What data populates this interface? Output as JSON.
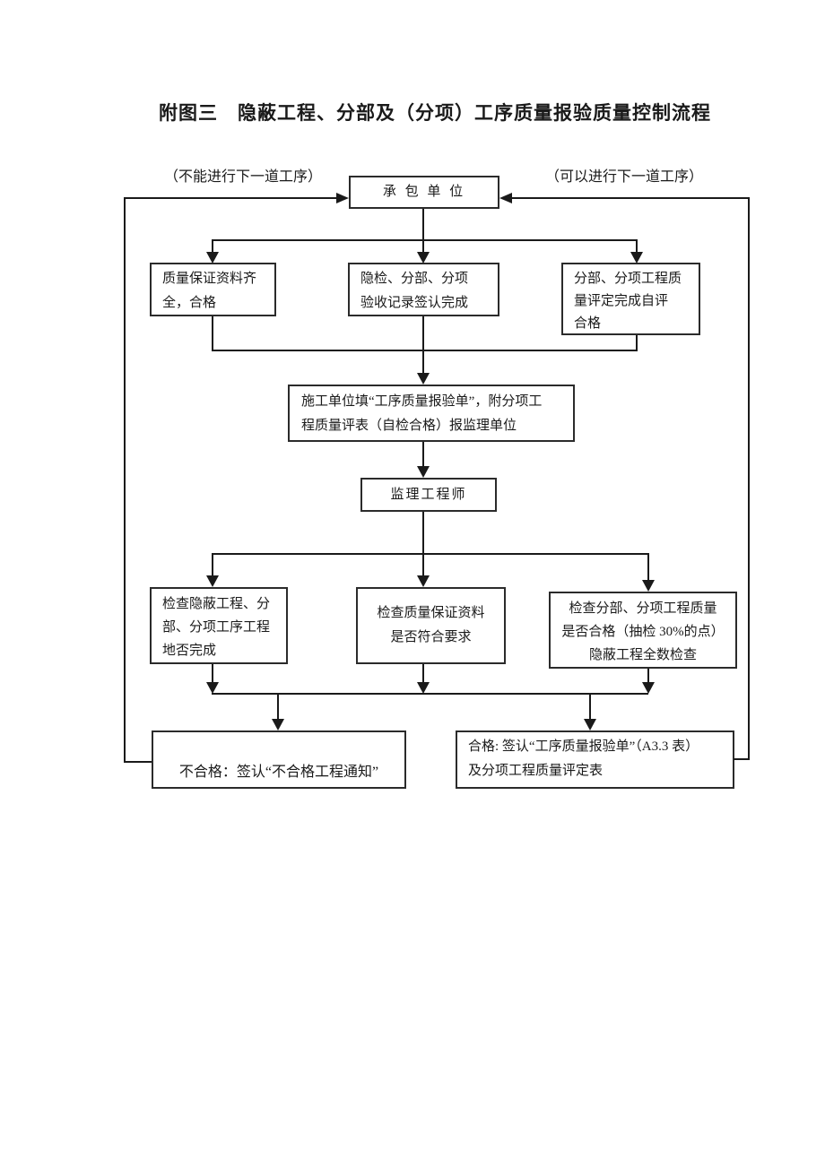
{
  "page": {
    "title": "附图三　隐蔽工程、分部及（分项）工序质量报验质量控制流程",
    "left_note": "（不能进行下一道工序）",
    "right_note": "（可以进行下一道工序）",
    "ink_color": "#1a1a1a"
  },
  "flowchart": {
    "contractor": "承 包 单 位",
    "qa_docs": "质量保证资料齐\n全，合格",
    "inspection_records": "隐检、分部、分项\n验收记录签认完成",
    "self_assessment": "分部、分项工程质\n量评定完成自评\n合格",
    "submit_form": "施工单位填“工序质量报验单”，附分项工\n程质量评表（自检合格）报监理单位",
    "supervisor": "监理工程师",
    "check_completion": "检查隐蔽工程、分\n部、分项工序工程\n地否完成",
    "check_qa_docs": "检查质量保证资料\n是否符合要求",
    "check_quality": "检查分部、分项工程质量\n是否合格（抽检 30%的点）\n隐蔽工程全数检查",
    "fail_result": "不合格：签认“不合格工程通知”",
    "pass_result": "合格: 签认“工序质量报验单”（A3.3 表）\n及分项工程质量评定表"
  }
}
